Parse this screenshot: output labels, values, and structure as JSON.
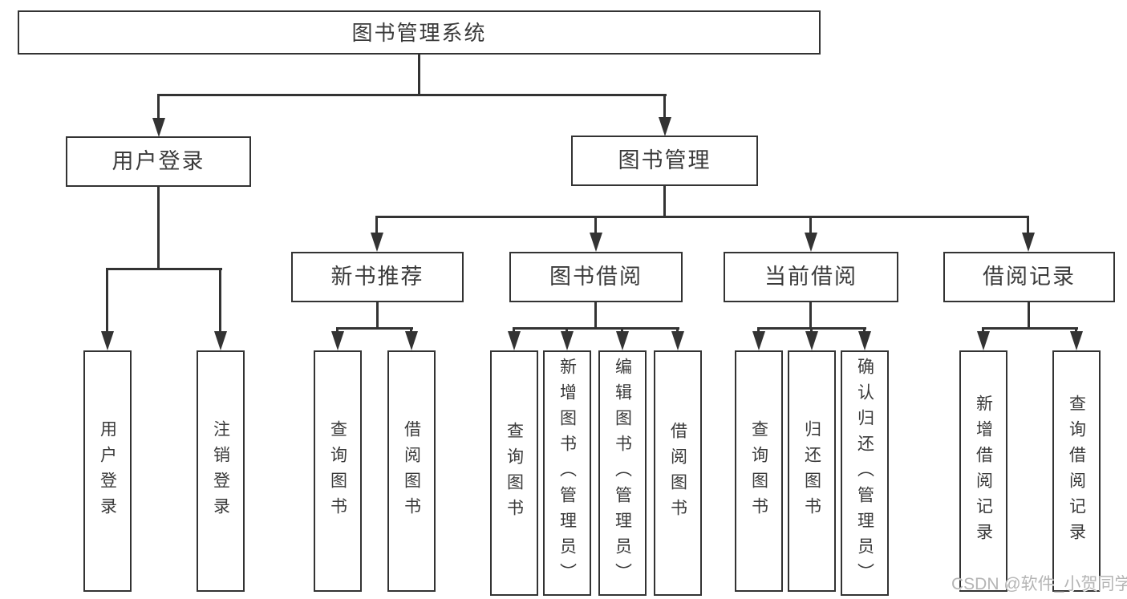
{
  "tree": {
    "label": "图书管理系统",
    "children": [
      {
        "label": "用户登录",
        "children": [
          {
            "label": "用户登录"
          },
          {
            "label": "注销登录"
          }
        ]
      },
      {
        "label": "图书管理",
        "children": [
          {
            "label": "新书推荐",
            "children": [
              {
                "label": "查询图书"
              },
              {
                "label": "借阅图书"
              }
            ]
          },
          {
            "label": "图书借阅",
            "children": [
              {
                "label": "查询图书"
              },
              {
                "label": "新增图书（管理员）"
              },
              {
                "label": "编辑图书（管理员）"
              },
              {
                "label": "借阅图书"
              }
            ]
          },
          {
            "label": "当前借阅",
            "children": [
              {
                "label": "查询图书"
              },
              {
                "label": "归还图书"
              },
              {
                "label": "确认归还（管理员）"
              }
            ]
          },
          {
            "label": "借阅记录",
            "children": [
              {
                "label": "新增借阅记录"
              },
              {
                "label": "查询借阅记录"
              }
            ]
          }
        ]
      }
    ]
  },
  "watermark": {
    "text": "CSDN @软件_小贺同学"
  },
  "colors": {
    "line": "#333333",
    "text": "#3a3a3a",
    "watermark": "#b5b5b5",
    "background": "#ffffff"
  }
}
